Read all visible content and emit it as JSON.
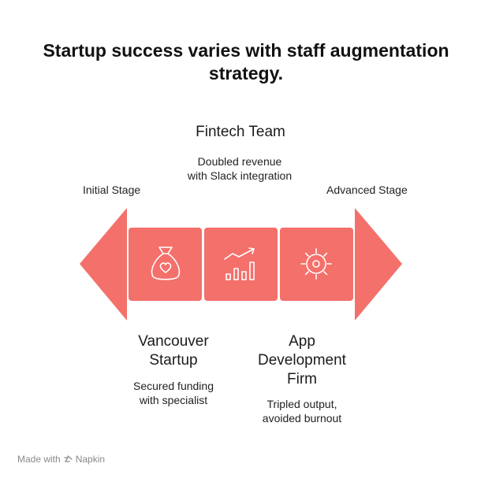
{
  "title": "Startup success varies with staff augmentation strategy.",
  "stages": {
    "left": "Initial Stage",
    "right": "Advanced Stage"
  },
  "steps": [
    {
      "heading": "Vancouver Startup",
      "description": "Secured funding with specialist",
      "icon": "money-bag-heart-icon"
    },
    {
      "heading": "Fintech Team",
      "description": "Doubled revenue with Slack integration",
      "icon": "growth-chart-icon"
    },
    {
      "heading": "App Development Firm",
      "description": "Tripled output, avoided burnout",
      "icon": "gear-sun-icon"
    }
  ],
  "colors": {
    "arrow": "#F4706B",
    "icon_stroke": "#ffffff"
  },
  "footer": {
    "made_with": "Made with",
    "brand": "Napkin"
  }
}
